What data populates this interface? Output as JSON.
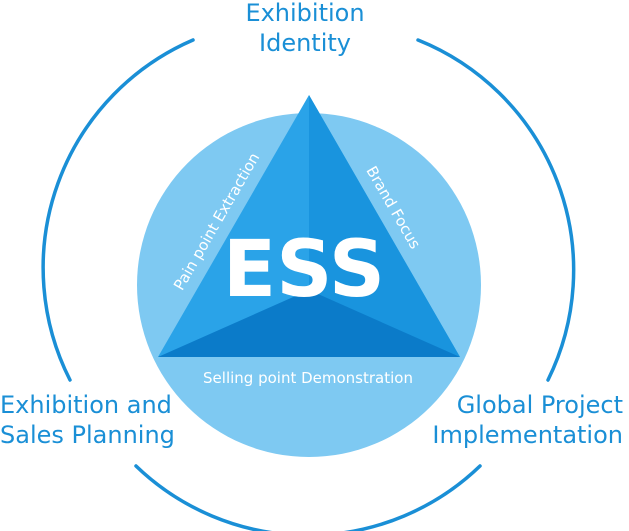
{
  "outer": {
    "top": {
      "line1": "Exhibition",
      "line2": "Identity"
    },
    "left": {
      "line1": "Exhibition and",
      "line2": "Sales Planning"
    },
    "right": {
      "line1": "Global Project",
      "line2": "Implementation"
    }
  },
  "core": {
    "acronym": "ESS",
    "trademark": "™"
  },
  "triangle": {
    "left_edge": "Pain point Extraction",
    "right_edge": "Brand Focus",
    "bottom_edge": "Selling point Demonstration"
  },
  "colors": {
    "outer_ring": "#1a8fd6",
    "outer_text": "#1a8fd6",
    "inner_circle": "#7ec9f2",
    "triangle_light": "#2aa3e8",
    "triangle_dark": "#0b7bc9"
  }
}
